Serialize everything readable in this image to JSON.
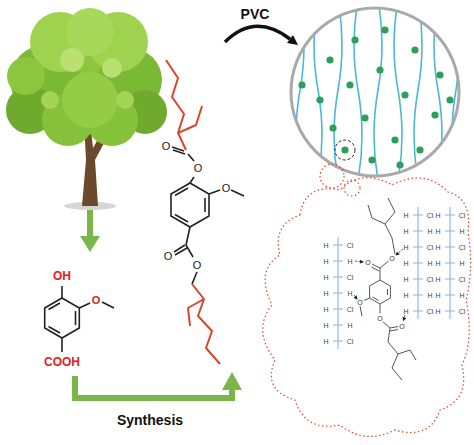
{
  "diagram": {
    "labels": [
      "PVC",
      "O",
      "O",
      "O",
      "O",
      "O",
      "OH",
      "O",
      "COOH",
      "Synthesis",
      "O",
      "O",
      "O",
      "O",
      "O",
      "H",
      "Cl",
      "H",
      "H",
      "H",
      "Cl",
      "H",
      "H",
      "H",
      "Cl",
      "H",
      "H",
      "H",
      "Cl",
      "H",
      "Cl",
      "H",
      "H",
      "H",
      "Cl",
      "H",
      "H",
      "H",
      "Cl",
      "H",
      "H",
      "H",
      "Cl",
      "H",
      "Cl",
      "H",
      "H",
      "H",
      "Cl",
      "H",
      "H",
      "H",
      "Cl",
      "H",
      "H",
      "H",
      "Cl"
    ]
  }
}
